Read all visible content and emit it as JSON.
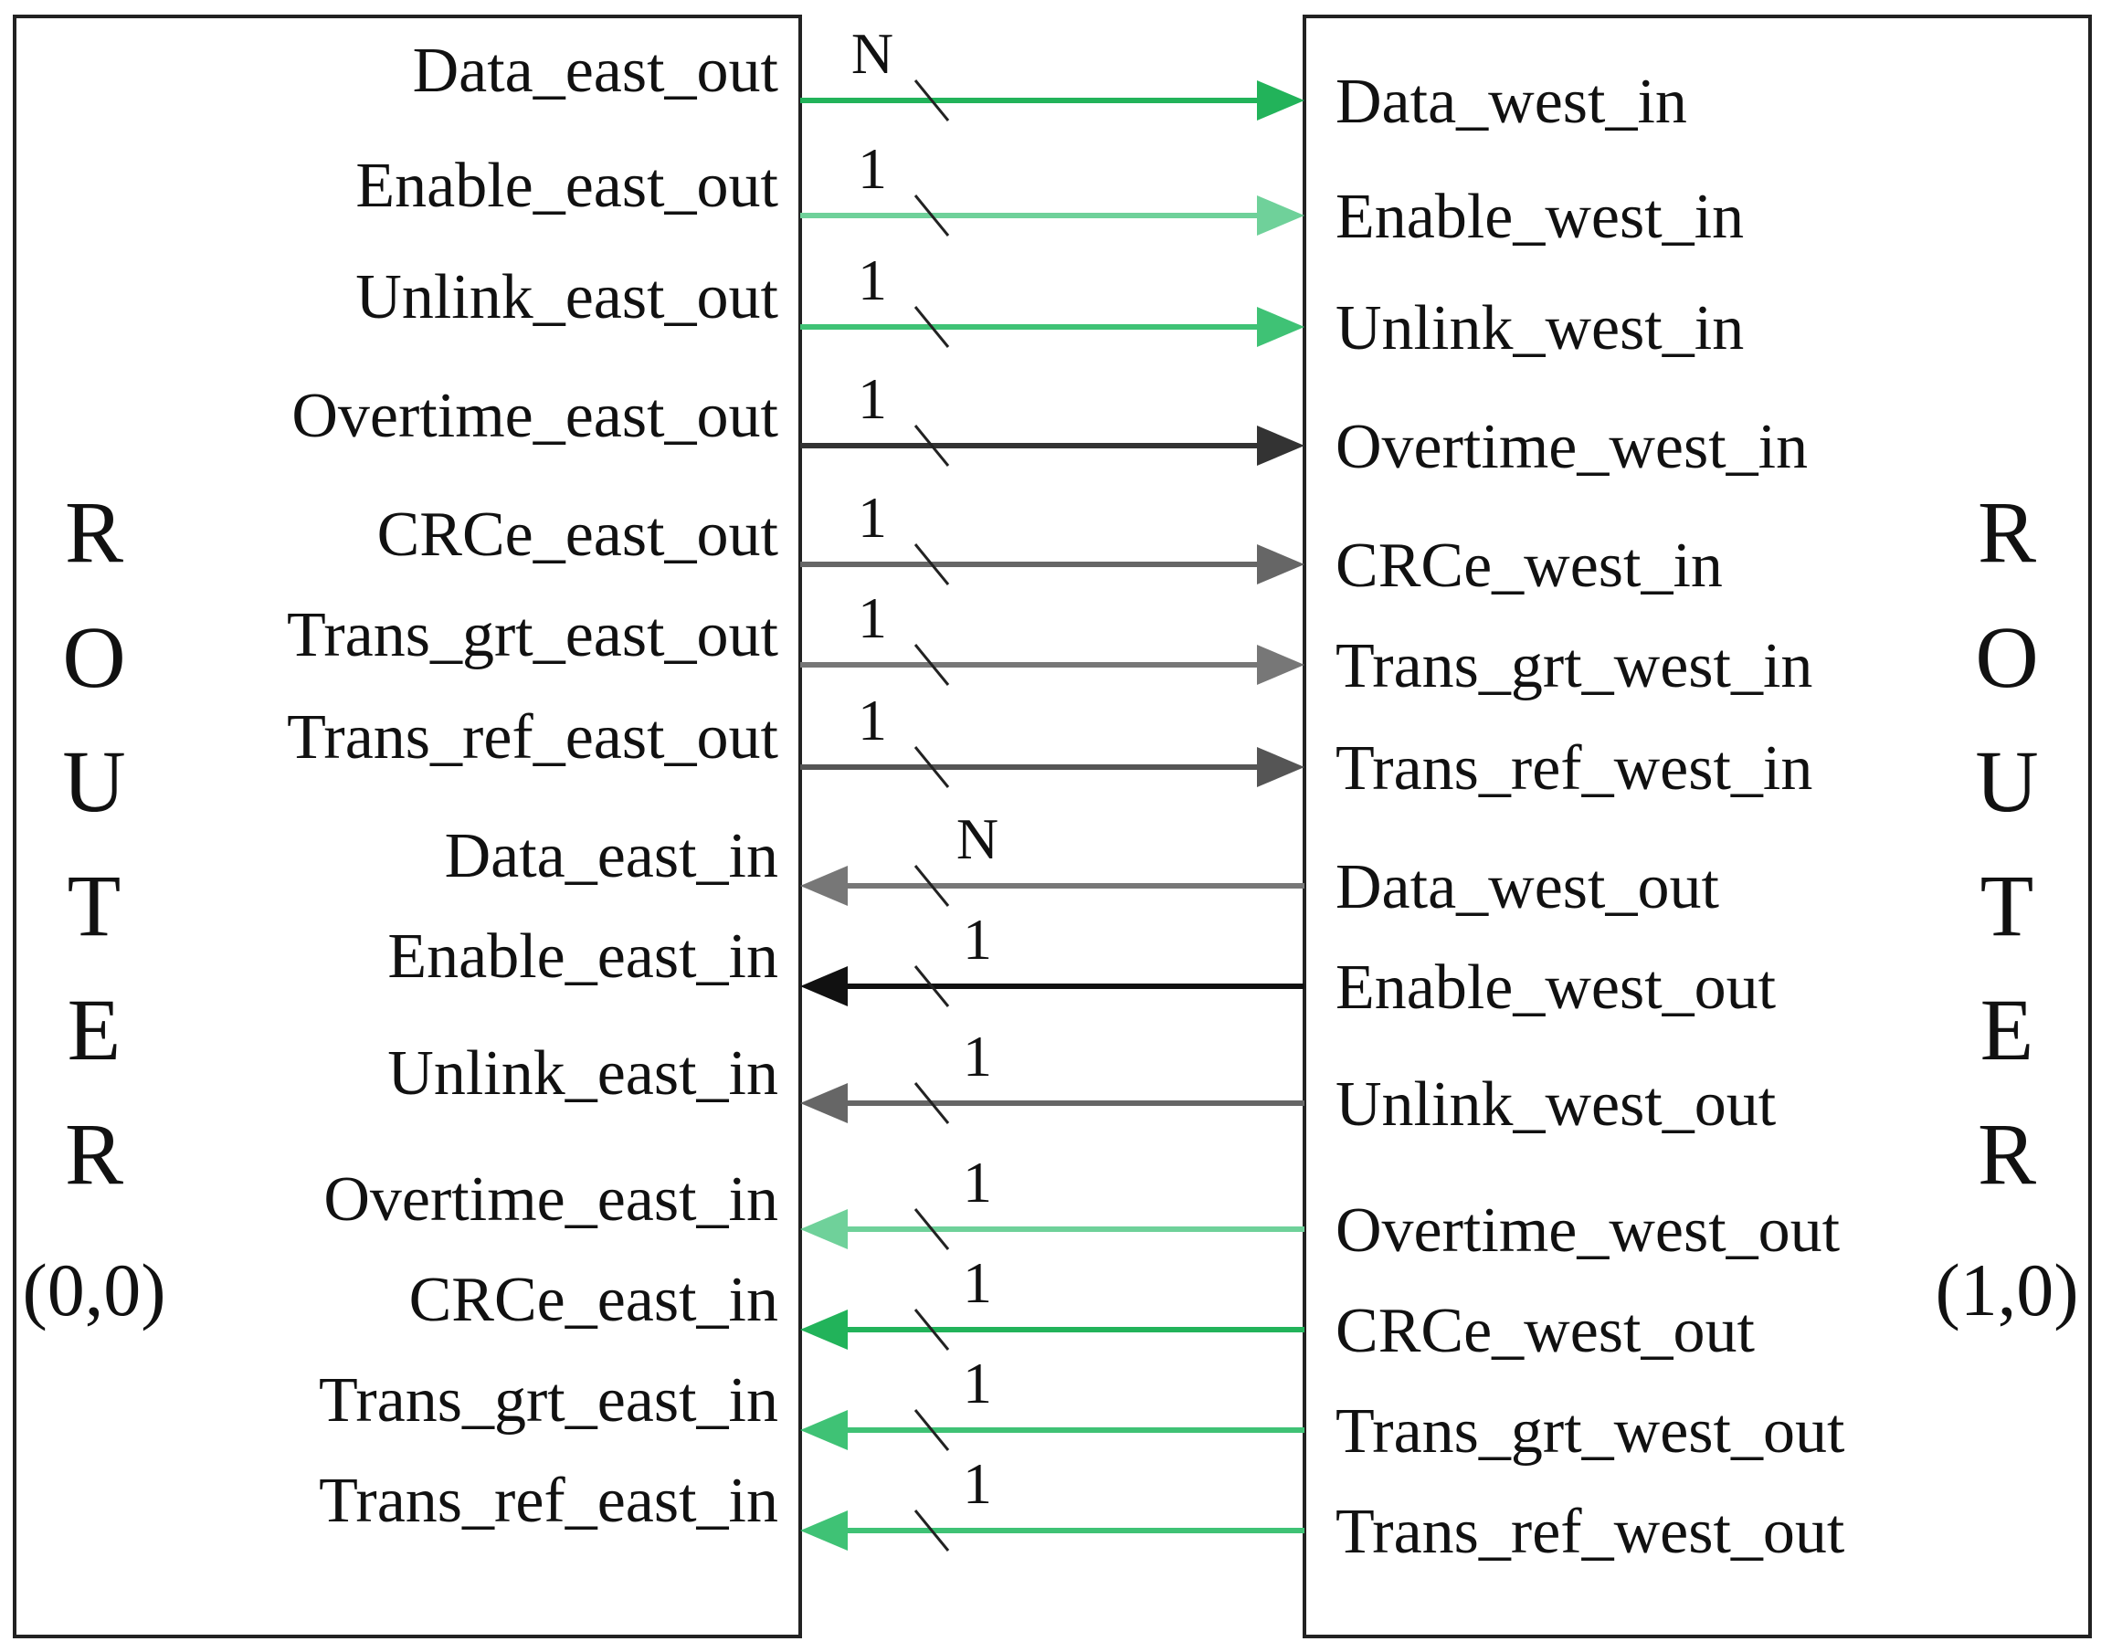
{
  "left_router": {
    "letters": [
      "R",
      "O",
      "U",
      "T",
      "E",
      "R"
    ],
    "coord": "(0,0)"
  },
  "right_router": {
    "letters": [
      "R",
      "O",
      "U",
      "T",
      "E",
      "R"
    ],
    "coord": "(1,0)"
  },
  "signals": [
    {
      "left_label": "Data_east_out",
      "right_label": "Data_west_in",
      "width": "N",
      "direction": "east",
      "color": "#22b35a"
    },
    {
      "left_label": "Enable_east_out",
      "right_label": "Enable_west_in",
      "width": "1",
      "direction": "east",
      "color": "#6fd19a"
    },
    {
      "left_label": "Unlink_east_out",
      "right_label": "Unlink_west_in",
      "width": "1",
      "direction": "east",
      "color": "#3fc275"
    },
    {
      "left_label": "Overtime_east_out",
      "right_label": "Overtime_west_in",
      "width": "1",
      "direction": "east",
      "color": "#333333"
    },
    {
      "left_label": "CRCe_east_out",
      "right_label": "CRCe_west_in",
      "width": "1",
      "direction": "east",
      "color": "#666666"
    },
    {
      "left_label": "Trans_grt_east_out",
      "right_label": "Trans_grt_west_in",
      "width": "1",
      "direction": "east",
      "color": "#777777"
    },
    {
      "left_label": "Trans_ref_east_out",
      "right_label": "Trans_ref_west_in",
      "width": "1",
      "direction": "east",
      "color": "#555555"
    },
    {
      "left_label": "Data_east_in",
      "right_label": "Data_west_out",
      "width": "N",
      "direction": "west",
      "color": "#777777"
    },
    {
      "left_label": "Enable_east_in",
      "right_label": "Enable_west_out",
      "width": "1",
      "direction": "west",
      "color": "#111111"
    },
    {
      "left_label": "Unlink_east_in",
      "right_label": "Unlink_west_out",
      "width": "1",
      "direction": "west",
      "color": "#666666"
    },
    {
      "left_label": "Overtime_east_in",
      "right_label": "Overtime_west_out",
      "width": "1",
      "direction": "west",
      "color": "#6fd19a"
    },
    {
      "left_label": "CRCe_east_in",
      "right_label": "CRCe_west_out",
      "width": "1",
      "direction": "west",
      "color": "#22b35a"
    },
    {
      "left_label": "Trans_grt_east_in",
      "right_label": "Trans_grt_west_out",
      "width": "1",
      "direction": "west",
      "color": "#3fc275"
    },
    {
      "left_label": "Trans_ref_east_in",
      "right_label": "Trans_ref_west_out",
      "width": "1",
      "direction": "west",
      "color": "#3fc275"
    }
  ]
}
